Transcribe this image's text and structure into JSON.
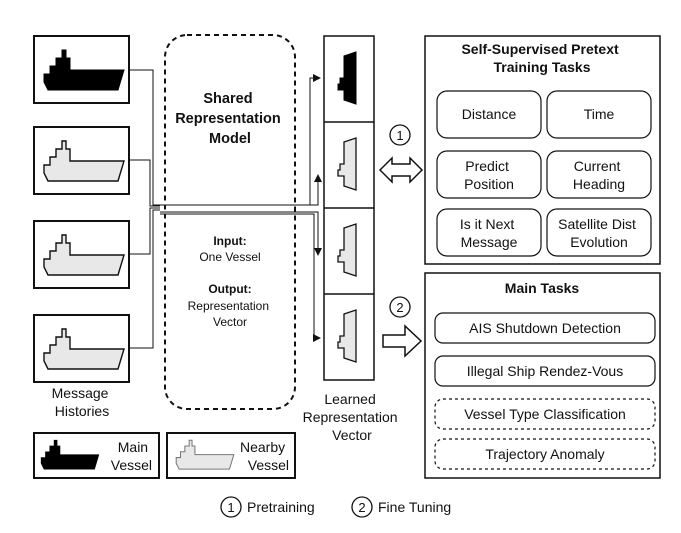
{
  "shared_model": {
    "title_lines": [
      "Shared",
      "Representation",
      "Model"
    ],
    "input_label": "Input:",
    "input_value": "One Vessel",
    "output_label": "Output:",
    "output_value_lines": [
      "Representation",
      "Vector"
    ]
  },
  "message_histories_lines": [
    "Message",
    "Histories"
  ],
  "learned_vector_lines": [
    "Learned",
    "Representation",
    "Vector"
  ],
  "legend": {
    "main_vessel_lines": [
      "Main",
      "Vessel"
    ],
    "nearby_vessel_lines": [
      "Nearby",
      "Vessel"
    ]
  },
  "pretext_panel": {
    "title_lines": [
      "Self-Supervised Pretext",
      "Training Tasks"
    ],
    "tasks": [
      [
        "Distance"
      ],
      [
        "Time"
      ],
      [
        "Predict",
        "Position"
      ],
      [
        "Current",
        "Heading"
      ],
      [
        "Is it Next",
        "Message"
      ],
      [
        "Satellite Dist",
        "Evolution"
      ]
    ]
  },
  "main_panel": {
    "title": "Main Tasks",
    "tasks": [
      {
        "label": "AIS Shutdown Detection",
        "style": "solid"
      },
      {
        "label": "Illegal Ship Rendez-Vous",
        "style": "solid"
      },
      {
        "label": "Vessel Type Classification",
        "style": "dashed"
      },
      {
        "label": "Trajectory Anomaly",
        "style": "dashed"
      }
    ]
  },
  "step_markers": {
    "pretraining_num": "1",
    "finetuning_num": "2"
  },
  "footer_legend": {
    "pretraining_num": "1",
    "pretraining_label": "Pretraining",
    "finetuning_num": "2",
    "finetuning_label": "Fine Tuning"
  },
  "colors": {
    "main_vessel_fill": "#000000",
    "nearby_vessel_fill": "#e8e8e8",
    "stroke": "#111111"
  }
}
